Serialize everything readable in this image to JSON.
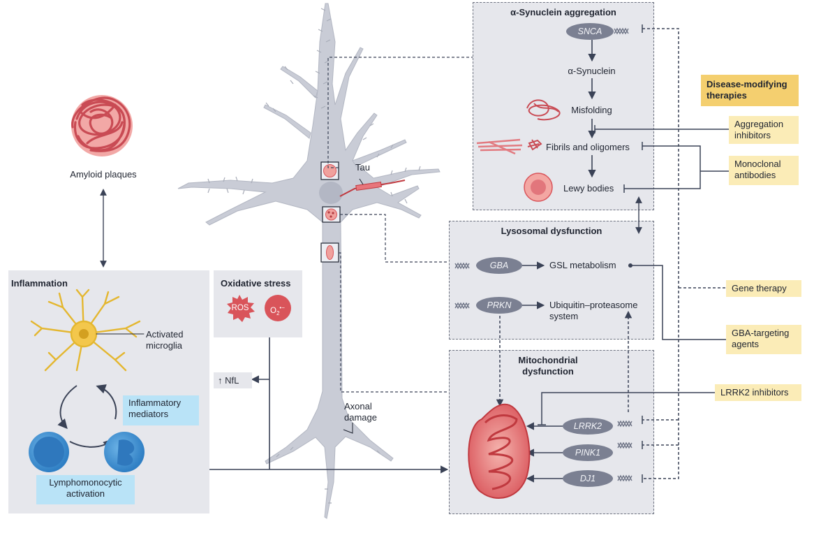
{
  "alpha_syn": {
    "title": "α-Synuclein aggregation",
    "gene": "SNCA",
    "steps": [
      "α-Synuclein",
      "Misfolding",
      "Fibrils and oligomers",
      "Lewy bodies"
    ]
  },
  "lysosomal": {
    "title": "Lysosomal dysfunction",
    "gba": "GBA",
    "gba_target": "GSL metabolism",
    "prkn": "PRKN",
    "prkn_target_line1": "Ubiquitin–proteasome",
    "prkn_target_line2": "system"
  },
  "mito": {
    "title_line1": "Mitochondrial",
    "title_line2": "dysfunction",
    "genes": [
      "LRRK2",
      "PINK1",
      "DJ1"
    ]
  },
  "therapies": {
    "header_line1": "Disease-modifying",
    "header_line2": "therapies",
    "aggregation_line1": "Aggregation",
    "aggregation_line2": "inhibitors",
    "monoclonal_line1": "Monoclonal",
    "monoclonal_line2": "antibodies",
    "gene_therapy": "Gene therapy",
    "gba_targeting_line1": "GBA-targeting",
    "gba_targeting_line2": "agents",
    "lrrk2_inhibitors": "LRRK2 inhibitors"
  },
  "inflammation": {
    "title": "Inflammation",
    "microglia_line1": "Activated",
    "microglia_line2": "microglia",
    "mediators_line1": "Inflammatory",
    "mediators_line2": "mediators",
    "lympho_line1": "Lymphomonocytic",
    "lympho_line2": "activation"
  },
  "oxidative": {
    "title": "Oxidative stress",
    "ros": "ROS",
    "o2": "O",
    "o2_sub": "2",
    "o2_sup": "•−"
  },
  "neuron": {
    "amyloid": "Amyloid plaques",
    "tau": "Tau",
    "nfl": "↑ NfL",
    "axonal_line1": "Axonal",
    "axonal_line2": "damage"
  },
  "colors": {
    "panel": "#e6e7ec",
    "neuron": "#c9ccd6",
    "pill": "#7b8092",
    "therapy": "#fbecb7",
    "therapy_head": "#f4cf6f",
    "immune_label": "#b9e3f7",
    "red": "#d9545a",
    "arrow": "#3a4256"
  }
}
